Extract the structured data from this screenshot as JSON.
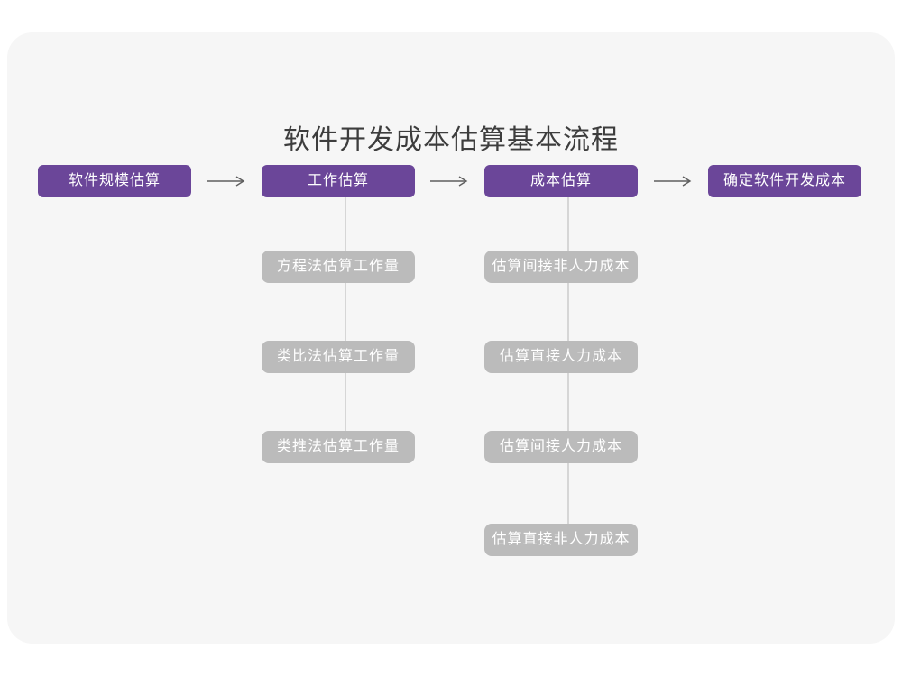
{
  "title": "软件开发成本估算基本流程",
  "colors": {
    "accent": "#6B4699",
    "substep": "#BBBBBB",
    "card-bg": "#F6F6F6",
    "page-bg": "#FFFFFF",
    "connector": "#D6D6D6",
    "arrow": "#5F5F5F",
    "title-color": "#3D3D3D",
    "box-text": "#FFFFFF"
  },
  "flow": {
    "stages": [
      {
        "label": "软件规模估算"
      },
      {
        "label": "工作估算"
      },
      {
        "label": "成本估算"
      },
      {
        "label": "确定软件开发成本"
      }
    ],
    "work_substeps": [
      "方程法估算工作量",
      "类比法估算工作量",
      "类推法估算工作量"
    ],
    "cost_substeps": [
      "估算间接非人力成本",
      "估算直接人力成本",
      "估算间接人力成本",
      "估算直接非人力成本"
    ]
  }
}
